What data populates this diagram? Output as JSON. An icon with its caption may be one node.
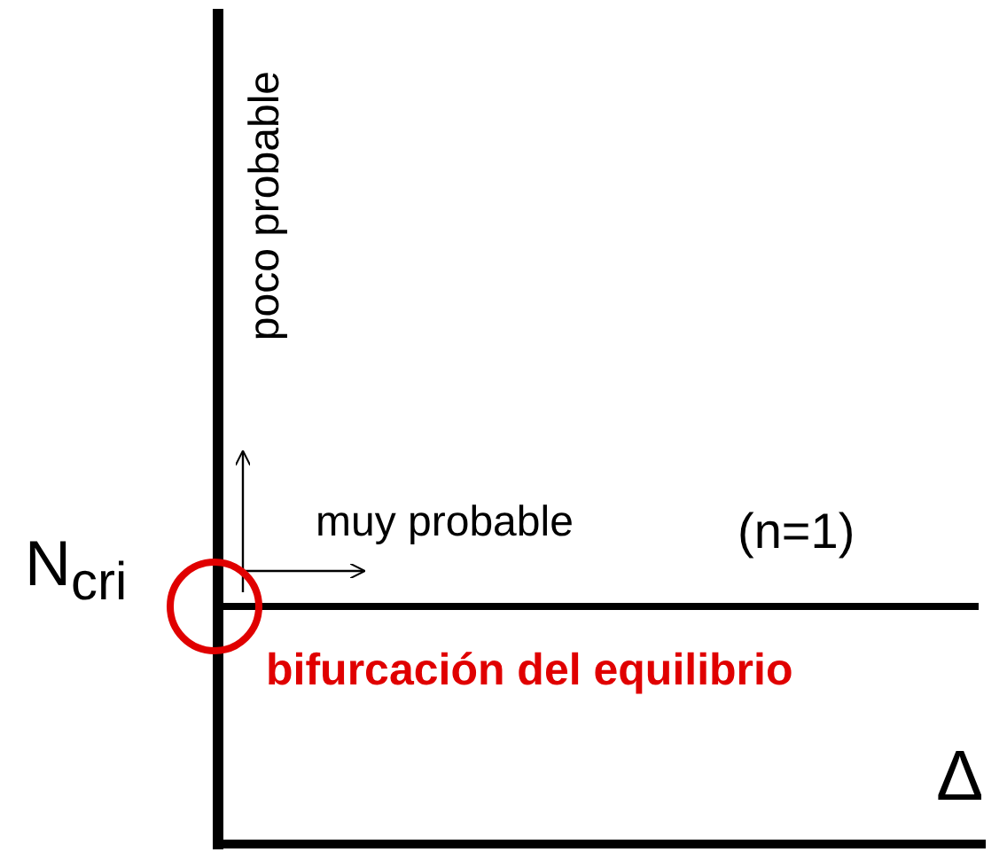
{
  "diagram": {
    "labels": [
      "poco probable",
      "muy probable",
      "(n=1)",
      "N$_{cri}$",
      "bifurcación del equilibrio",
      "Δ"
    ]
  }
}
